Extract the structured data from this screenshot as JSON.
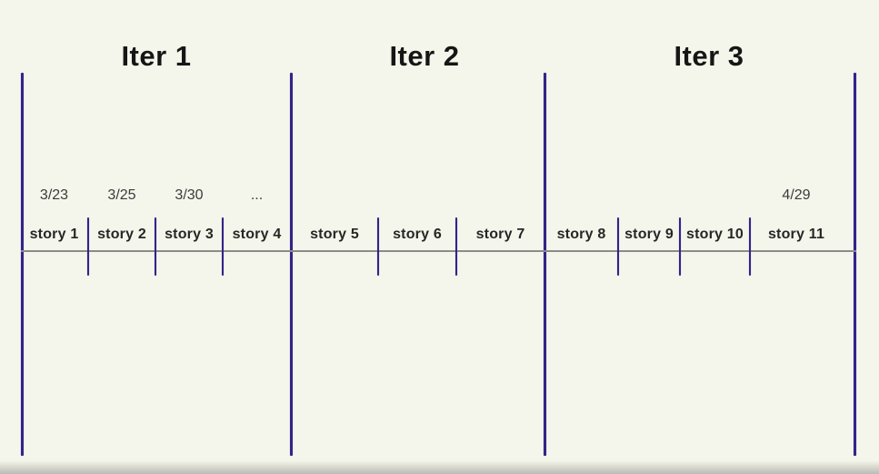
{
  "diagram": {
    "title_row": {
      "iter1": "Iter 1",
      "iter2": "Iter 2",
      "iter3": "Iter 3"
    },
    "stories": [
      {
        "label": "story 1",
        "date": "3/23"
      },
      {
        "label": "story 2",
        "date": "3/25"
      },
      {
        "label": "story 3",
        "date": "3/30"
      },
      {
        "label": "story 4",
        "date": "..."
      },
      {
        "label": "story 5"
      },
      {
        "label": "story 6"
      },
      {
        "label": "story 7"
      },
      {
        "label": "story 8"
      },
      {
        "label": "story 9"
      },
      {
        "label": "story 10"
      },
      {
        "label": "story 11",
        "date": "4/29"
      }
    ],
    "colors": {
      "background": "#f5f6eb",
      "boundary_line": "#332487",
      "axis_line": "#8b8b88",
      "text": "#1c1c1c"
    }
  }
}
